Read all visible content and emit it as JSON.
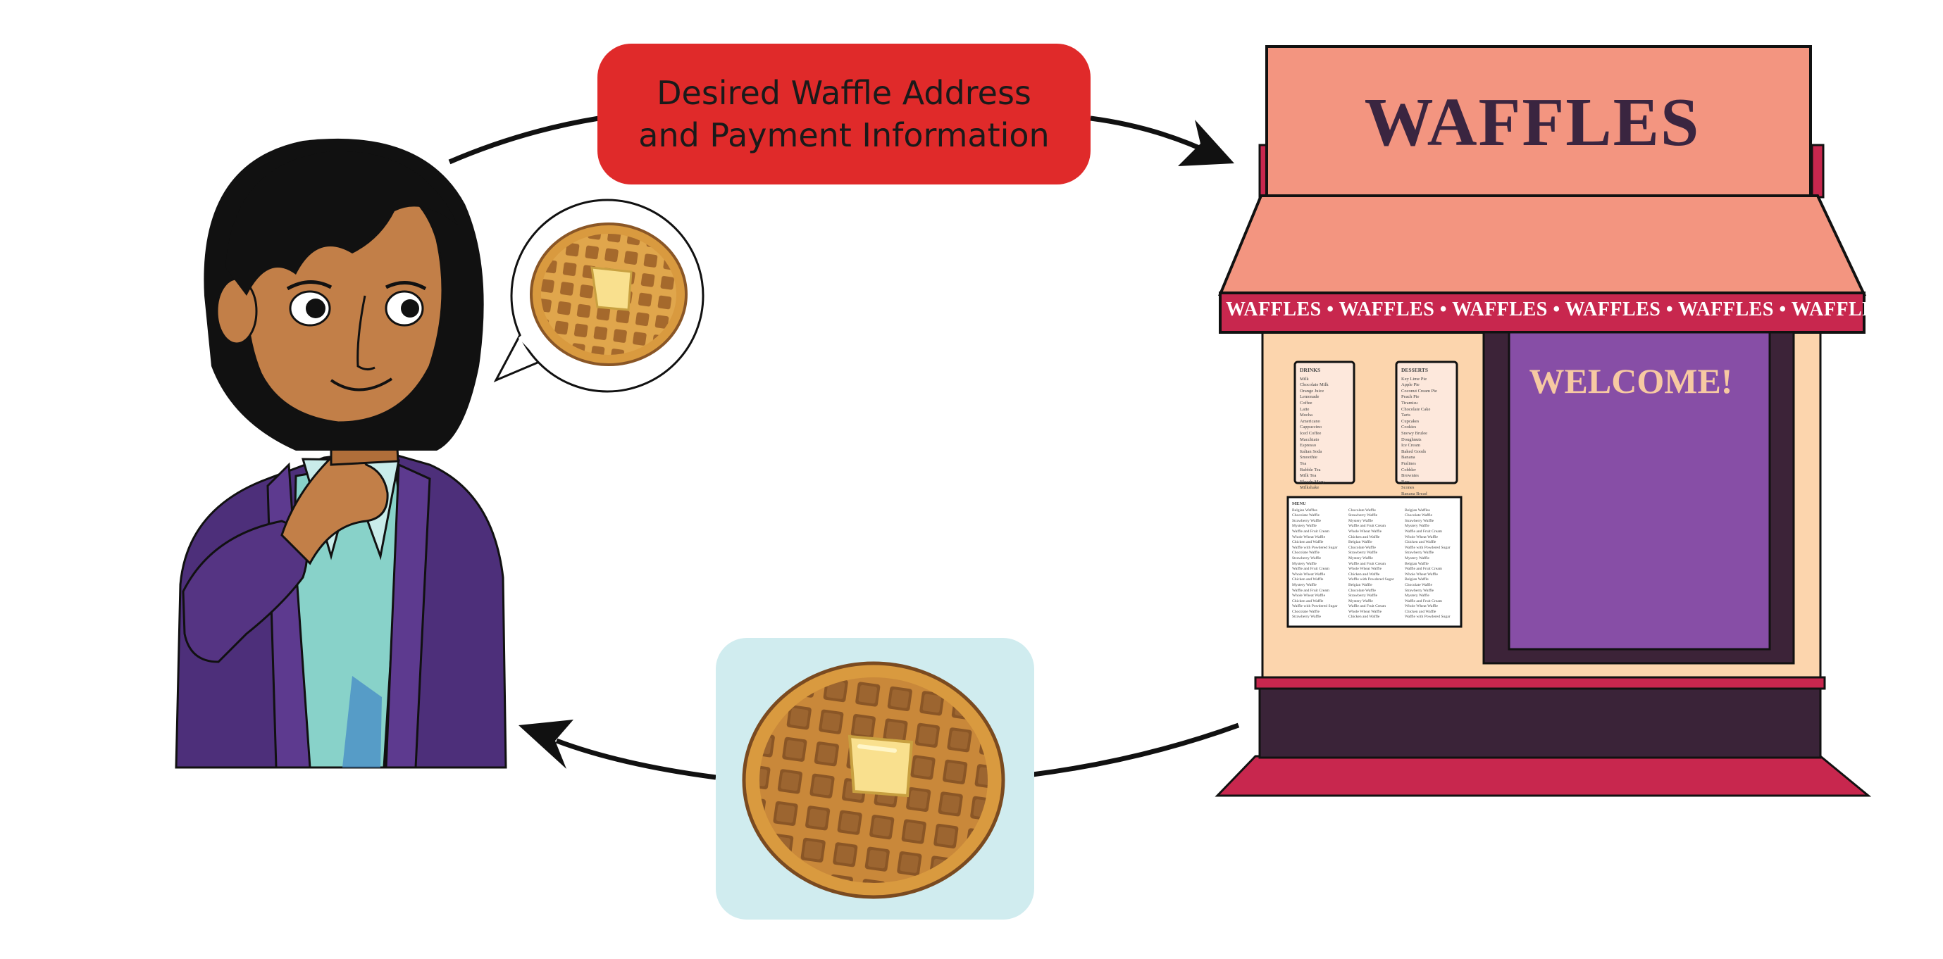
{
  "request_label": {
    "line1": "Desired Waffle Address",
    "line2": "and Payment Information"
  },
  "shop": {
    "title": "WAFFLES",
    "banner": "WAFFLES • WAFFLES • WAFFLES • WAFFLES • WAFFLES • WAFFLES",
    "welcome": "WELCOME!"
  },
  "menu": {
    "drinks": {
      "heading": "DRINKS",
      "items": [
        "Milk",
        "Chocolate Milk",
        "Orange Juice",
        "Lemonade",
        "Coffee",
        "Latte",
        "Mocha",
        "Americano",
        "Cappuccino",
        "Iced Coffee",
        "Macchiato",
        "Espresso",
        "Italian Soda",
        "Smoothie",
        "Tea",
        "Bubble Tea",
        "Milk Tea",
        "Bloody Mary",
        "Milkshake"
      ]
    },
    "desserts": {
      "heading": "DESSERTS",
      "items": [
        "Key Lime Pie",
        "Apple Pie",
        "Coconut Cream Pie",
        "Peach Pie",
        "Tiramisu",
        "Chocolate Cake",
        "Tarts",
        "Cupcakes",
        "Cookies",
        "Snowy Brulee",
        "Doughnuts",
        "Ice Cream",
        "Baked Goods",
        "Banana",
        "Pralines",
        "Cobbler",
        "Brownies",
        "Bars",
        "Scones",
        "Banana Bread"
      ]
    },
    "waffles": {
      "heading": "MENU",
      "columns": [
        [
          "Belgian Waffles",
          "Chocolate Waffle",
          "Strawberry Waffle",
          "Mystery Waffle",
          "Waffle and Fruit Cream",
          "Whole Wheat Waffle",
          "Chicken and Waffle",
          "Waffle with Powdered Sugar",
          "Chocolate Waffle",
          "Strawberry Waffle",
          "Mystery Waffle",
          "Waffle and Fruit Cream",
          "Whole Wheat Waffle",
          "Chicken and Waffle",
          "Mystery Waffle",
          "Waffle and Fruit Cream",
          "Whole Wheat Waffle",
          "Chicken and Waffle",
          "Waffle with Powdered Sugar",
          "Chocolate Waffle",
          "Strawberry Waffle"
        ],
        [
          "Chocolate Waffle",
          "Strawberry Waffle",
          "Mystery Waffle",
          "Waffle and Fruit Cream",
          "Whole Wheat Waffle",
          "Chicken and Waffle",
          "Belgian Waffle",
          "Chocolate Waffle",
          "Strawberry Waffle",
          "Mystery Waffle",
          "Waffle and Fruit Cream",
          "Whole Wheat Waffle",
          "Chicken and Waffle",
          "Waffle with Powdered Sugar",
          "Belgian Waffle",
          "Chocolate Waffle",
          "Strawberry Waffle",
          "Mystery Waffle",
          "Waffle and Fruit Cream",
          "Whole Wheat Waffle",
          "Chicken and Waffle"
        ],
        [
          "Belgian Waffles",
          "Chocolate Waffle",
          "Strawberry Waffle",
          "Mystery Waffle",
          "Waffle and Fruit Cream",
          "Whole Wheat Waffle",
          "Chicken and Waffle",
          "Waffle with Powdered Sugar",
          "Strawberry Waffle",
          "Mystery Waffle",
          "Belgian Waffle",
          "Waffle and Fruit Cream",
          "Whole Wheat Waffle",
          "Belgian Waffle",
          "Chocolate Waffle",
          "Strawberry Waffle",
          "Mystery Waffle",
          "Waffle and Fruit Cream",
          "Whole Wheat Waffle",
          "Chicken and Waffle",
          "Waffle with Powdered Sugar"
        ]
      ]
    }
  },
  "colors": {
    "request_box": "#e02a2a",
    "awning": "#f39580",
    "banner_stripe": "#c8274e",
    "storefront_wall": "#fcd5ad",
    "door_panel": "#874ea6",
    "door_frame": "#3c2338",
    "shop_base": "#3a2338",
    "shop_floor": "#c8274e",
    "jacket": "#4d2f7a",
    "skin": "#c27f48",
    "hair": "#111111",
    "shirt": "#88d2c9",
    "waffle": "#d99a3f",
    "butter": "#f9e08e",
    "delivered_tile": "#d0ecef"
  },
  "icons": {
    "customer": "woman-thinking",
    "thought": "waffle-thought-bubble",
    "shop": "waffle-shop-storefront",
    "delivered": "waffle-with-butter"
  }
}
